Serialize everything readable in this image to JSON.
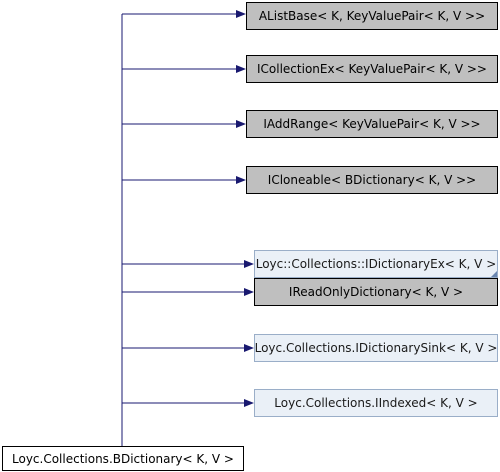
{
  "diagram": {
    "derived_class": "Loyc.Collections.BDictionary< K, V >",
    "bases": [
      {
        "label": "AListBase< K, KeyValuePair< K, V >>",
        "style": "gray"
      },
      {
        "label": "ICollectionEx< KeyValuePair< K, V >>",
        "style": "gray"
      },
      {
        "label": "IAddRange< KeyValuePair< K, V >>",
        "style": "gray"
      },
      {
        "label": "ICloneable< BDictionary< K, V >>",
        "style": "gray"
      },
      {
        "label": "Loyc::Collections::IDictionaryEx< K, V >",
        "style": "doc"
      },
      {
        "label": "IReadOnlyDictionary< K, V >",
        "style": "gray"
      },
      {
        "label": "Loyc.Collections.IDictionarySink< K, V >",
        "style": "doc"
      },
      {
        "label": "Loyc.Collections.IIndexed< K, V >",
        "style": "doc"
      }
    ],
    "colors": {
      "edge": "#191970",
      "gray_fill": "#bfbfbf",
      "doc_fill": "#eaf0f7",
      "doc_border": "#9aaec8"
    }
  }
}
